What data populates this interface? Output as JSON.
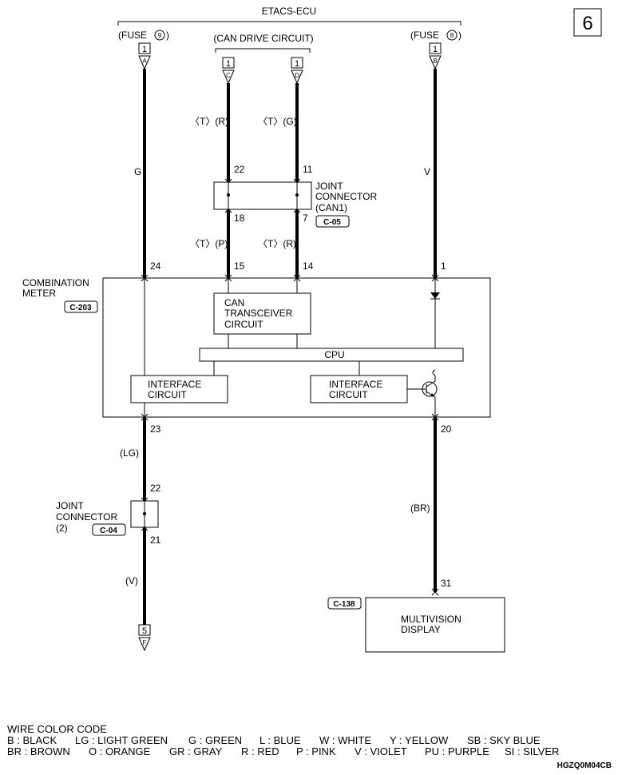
{
  "page_number": "6",
  "ecu": {
    "title": "ETACS-ECU",
    "fuse9": "(FUSE",
    "fuse9_num": "9",
    "fuse8": "(FUSE",
    "fuse8_num": "8",
    "can_drive": "(CAN DRIVE CIRCUIT)",
    "conn_num": "1",
    "pin_a": "A",
    "pin_c": "C",
    "pin_d": "D",
    "pin_b": "B"
  },
  "wires": {
    "g": "G",
    "v_top": "V",
    "t_r_top": "〈T〉(R)",
    "t_g": "〈T〉(G)",
    "t_p": "〈T〉(P)",
    "t_r_mid": "〈T〉(R)",
    "lg": "(LG)",
    "br": "(BR)",
    "v_bottom": "(V)"
  },
  "joint_can1": {
    "label_lines": [
      "JOINT",
      "CONNECTOR",
      "(CAN1)"
    ],
    "code": "C-05",
    "pins": {
      "in_left": "22",
      "in_right": "11",
      "out_left": "18",
      "out_right": "7"
    }
  },
  "meter": {
    "label_lines": [
      "COMBINATION",
      "METER"
    ],
    "code": "C-203",
    "pins": {
      "p24": "24",
      "p15": "15",
      "p14": "14",
      "p1": "1",
      "p23": "23",
      "p20": "20"
    },
    "can_lines": [
      "CAN",
      "TRANSCEIVER",
      "CIRCUIT"
    ],
    "cpu": "CPU",
    "if_left_lines": [
      "INTERFACE",
      "CIRCUIT"
    ],
    "if_right_lines": [
      "INTERFACE",
      "CIRCUIT"
    ]
  },
  "joint2": {
    "label_lines": [
      "JOINT",
      "CONNECTOR",
      "(2)"
    ],
    "code": "C-04",
    "pins": {
      "in": "22",
      "out": "21"
    }
  },
  "bottom_conn": {
    "num": "5",
    "pin": "F"
  },
  "display": {
    "code": "C-138",
    "pin": "31",
    "label_lines": [
      "MULTIVISION",
      "DISPLAY"
    ]
  },
  "legend": {
    "title": "WIRE COLOR CODE",
    "row1": [
      "B : BLACK",
      "LG : LIGHT GREEN",
      "G : GREEN",
      "L : BLUE",
      "W : WHITE",
      "Y : YELLOW",
      "SB : SKY BLUE"
    ],
    "row2": [
      "BR : BROWN",
      "O : ORANGE",
      "GR : GRAY",
      "R : RED",
      "P : PINK",
      "V : VIOLET",
      "PU : PURPLE",
      "SI : SILVER"
    ]
  },
  "figure_code": "HGZQ0M04CB"
}
